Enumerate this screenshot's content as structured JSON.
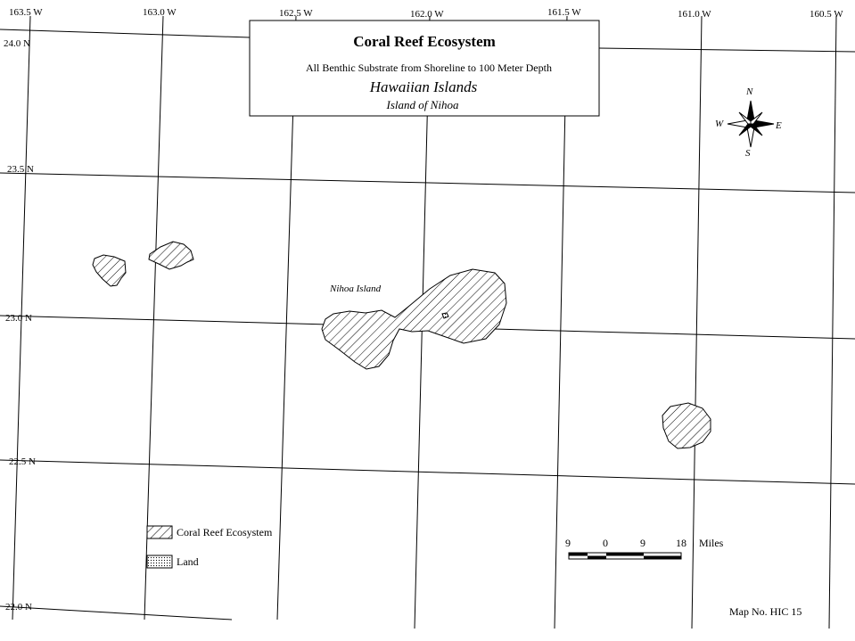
{
  "title_box": {
    "title": "Coral Reef Ecosystem",
    "subtitle": "All Benthic Substrate from Shoreline to 100 Meter Depth",
    "region": "Hawaiian Islands",
    "island": "Island of Nihoa"
  },
  "longitude_labels": [
    "163.5 W",
    "163.0 W",
    "162.5 W",
    "162.0 W",
    "161.5 W",
    "161.0 W",
    "160.5 W"
  ],
  "latitude_labels": [
    "24.0 N",
    "23.5 N",
    "23.0 N",
    "22.5 N",
    "22.0 N"
  ],
  "feature_label": "Nihoa Island",
  "compass": {
    "n": "N",
    "s": "S",
    "e": "E",
    "w": "W"
  },
  "legend": [
    {
      "label": "Coral Reef Ecosystem",
      "pattern": "hatch"
    },
    {
      "label": "Land",
      "pattern": "dots"
    }
  ],
  "scale_bar": {
    "ticks": [
      "9",
      "0",
      "9",
      "18"
    ],
    "unit": "Miles"
  },
  "map_number": "Map No. HIC 15"
}
